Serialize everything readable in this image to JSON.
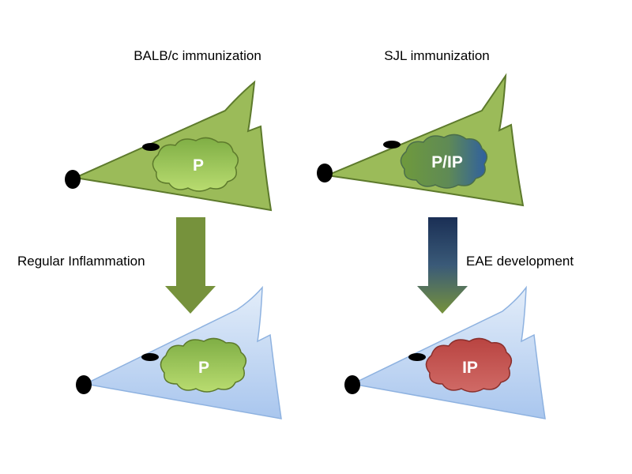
{
  "labels": {
    "left_title": "BALB/c immunization",
    "right_title": "SJL immunization",
    "left_arrow": "Regular Inflammation",
    "right_arrow": "EAE development"
  },
  "clouds": {
    "top_left": "P",
    "top_right": "P/IP",
    "bottom_left": "P",
    "bottom_right": "IP"
  },
  "colors": {
    "mouse_green": "#9bbb59",
    "mouse_blue": "#c6d9f1",
    "cloud_green": "#92c050",
    "cloud_red": "#c0504d",
    "arrow_green": "#76923c",
    "arrow_navy": "#1f3864"
  }
}
